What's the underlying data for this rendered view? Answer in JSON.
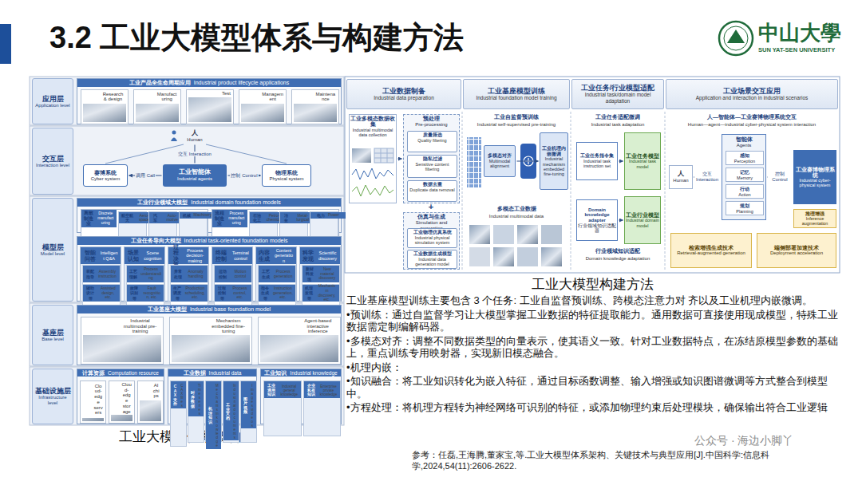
{
  "diagram": {
    "title": "3.2 工业大模型体系与构建方法",
    "caption": "工业大模型体系架构图",
    "nodes": [
      {
        "text": [
          "应用层",
          "Application level"
        ]
      },
      {
        "text": [
          "工业产品全生命周期应用",
          "Industrial product lifecycle applications"
        ]
      },
      {
        "text": [
          "研发设计",
          "Research & design"
        ],
        "in": 1
      },
      {
        "text": [
          "生产制造",
          "Manufacturing"
        ],
        "in": 1
      },
      {
        "text": [
          "试验测试",
          "Test"
        ],
        "in": 1
      },
      {
        "text": [
          "经营管理",
          "Management"
        ],
        "in": 1
      },
      {
        "text": [
          "运维服务",
          "Maintenance"
        ],
        "in": 1
      },
      {
        "text": [
          "交互层",
          "Interaction level"
        ]
      },
      {
        "text": [
          "人",
          "Human"
        ]
      },
      {
        "text": [
          "工业智能体",
          "Industrial agents"
        ]
      },
      {
        "text": [
          "赛博系统",
          "Cyber system"
        ]
      },
      {
        "text": [
          "物理系统",
          "Physical system"
        ]
      },
      {
        "text": [
          "模型层",
          "Model level"
        ]
      },
      {
        "text": [
          "工业行业领域大模型",
          "Industrial domain foundation models"
        ]
      },
      {
        "text": [
          "离散制造业",
          "Discrete manufacturing"
        ],
        "in": 13
      },
      {
        "text": [
          "航空航天",
          "Aero-space"
        ],
        "in": 14
      },
      {
        "text": [
          "汽车",
          "Auto-motive"
        ],
        "in": 14
      },
      {
        "text": [
          "机械",
          "Machinery"
        ],
        "in": 14
      },
      {
        "text": [
          "流程制造业",
          "Process manufacturing"
        ],
        "in": 13
      },
      {
        "text": [
          "石油化工",
          "Petro-chemical"
        ],
        "in": 18
      },
      {
        "text": [
          "冶金",
          "Metal-lurgical"
        ],
        "in": 18
      },
      {
        "text": [
          "电力",
          "Power"
        ],
        "in": 18
      },
      {
        "text": [
          "工业任务导向大模型",
          "Industrial task-oriented foundation models"
        ]
      },
      {
        "text": [
          "智能问答",
          "Intelligent Q&A"
        ],
        "in": 22
      },
      {
        "text": [
          "装配指导",
          "Assembly instruction"
        ],
        "in": 23
      },
      {
        "text": [
          "辅助设计等",
          "Assisted design, etc."
        ],
        "in": 23
      },
      {
        "text": [
          "场景认知",
          "Scene cognition"
        ],
        "in": 22
      },
      {
        "text": [
          "工艺理解",
          "Process understanding"
        ],
        "in": 26
      },
      {
        "text": [
          "故障识别等",
          "Fault recognition, etc."
        ],
        "in": 26
      },
      {
        "text": [
          "过程决策",
          "Process decision-making"
        ],
        "in": 22
      },
      {
        "text": [
          "异常处理",
          "Anomaly handling"
        ],
        "in": 29
      },
      {
        "text": [
          "生产调度等",
          "Production scheduling, etc."
        ],
        "in": 29
      },
      {
        "text": [
          "终端控制",
          "Terminal control"
        ],
        "in": 22
      },
      {
        "text": [
          "运动控制",
          "Motion control"
        ],
        "in": 32
      },
      {
        "text": [
          "过程控制等",
          "Process control, etc."
        ],
        "in": 32
      },
      {
        "text": [
          "内容生成",
          "Content generation"
        ],
        "in": 22
      },
      {
        "text": [
          "工艺生成",
          "Process generation"
        ],
        "in": 35
      },
      {
        "text": [
          "指令生成等",
          "Instruction generation, etc."
        ],
        "in": 35
      },
      {
        "text": [
          "科学发现",
          "Scientific discovery"
        ],
        "in": 22
      },
      {
        "text": [
          "新材料发现",
          "New material discovery"
        ],
        "in": 38
      },
      {
        "text": [
          "机理发现等",
          "Mechanism discovery, etc."
        ],
        "in": 38
      },
      {
        "text": [
          "基座层",
          "Base level"
        ]
      },
      {
        "text": [
          "工业基座大模型",
          "Industrial base foundation model"
        ]
      },
      {
        "text": [
          "工业多模态预训练技术",
          "Industrial multimodal pre-training"
        ],
        "in": 42
      },
      {
        "text": [
          "工业机理内嵌微调技术",
          "Mechanism embedded fine-tuning"
        ],
        "in": 42
      },
      {
        "text": [
          "工业智能体交互推理技术",
          "Agent-based interactive inference"
        ],
        "in": 42
      },
      {
        "text": [
          "基础设施层",
          "Infrastructure level"
        ]
      },
      {
        "text": [
          "计算资源",
          "Computation resource"
        ]
      },
      {
        "text": [
          "云边端服务器",
          "Cloud-edge servers"
        ],
        "in": 47
      },
      {
        "text": [
          "云边端存储",
          "Cloud-edge storage"
        ],
        "in": 47
      },
      {
        "text": [
          "AI芯片",
          "AI chips"
        ],
        "in": 47
      },
      {
        "text": [
          "工业数据",
          "Industrial data"
        ]
      },
      {
        "text": [
          "CAX文件",
          "CAX files"
        ],
        "in": 51
      },
      {
        "text": [
          "时序数据",
          "Time series"
        ],
        "in": 51
      },
      {
        "text": [
          "机理知识",
          "Mechanism knowledge"
        ],
        "in": 51
      },
      {
        "text": [
          "工业文档",
          "Industrial documents"
        ],
        "in": 51
      },
      {
        "text": [
          "图片视频",
          "Images videos"
        ],
        "in": 51
      },
      {
        "text": [
          "工业知识",
          "Industrial knowledge"
        ]
      },
      {
        "text": [
          "工业通用知识",
          "Industrial general knowledge"
        ],
        "in": 57
      },
      {
        "text": [
          "企业私有知识",
          "Enterprise private knowledge"
        ],
        "in": 57
      },
      {
        "text": [
          "工业数据制备",
          "Industrial data preparation"
        ]
      },
      {
        "text": [
          "工业基座模型训练",
          "Industrial foundation model training"
        ]
      },
      {
        "text": [
          "工业任务/行业模型适配",
          "Industrial task/domain model adaptation"
        ]
      },
      {
        "text": [
          "工业场景交互应用",
          "Application and interaction in industrial scenarios"
        ]
      },
      {
        "text": [
          "工业多模态数据收集",
          "Industrial multimodal data collection"
        ]
      },
      {
        "text": [
          "预处理",
          "Pre-processing"
        ]
      },
      {
        "text": [
          "质量筛选",
          "Quality filtering"
        ],
        "in": 65
      },
      {
        "text": [
          "隐私过滤",
          "Sensitive content filtering"
        ],
        "in": 65
      },
      {
        "text": [
          "数据去重",
          "Duplicate data removal"
        ],
        "in": 65
      },
      {
        "text": [
          "仿真与生成",
          "Simulation and generation"
        ]
      },
      {
        "text": [
          "工业物理仿真系统",
          "Industrial physical simulation system"
        ],
        "in": 69
      },
      {
        "text": [
          "工业数据生成模型",
          "Industrial data generation model"
        ],
        "in": 69
      },
      {
        "text": [
          "多模态对齐",
          "Multimodal alignment"
        ]
      },
      {
        "text": [
          "工业机理内嵌微调",
          "Industrial mechanism embedded fine-tuning"
        ]
      },
      {
        "text": [
          "工业任务指令集",
          "Industrial task instruction set"
        ]
      },
      {
        "text": [
          "工业任务模型",
          "Industrial task model"
        ]
      },
      {
        "text": [
          "Domain knowledge adapter",
          "行业领域知识适配器"
        ]
      },
      {
        "text": [
          "工业行业模型",
          "Industrial domain model"
        ]
      },
      {
        "text": [
          "人",
          "Human"
        ]
      },
      {
        "text": [
          "智能体",
          "Agents"
        ]
      },
      {
        "text": [
          "感知",
          "Perception"
        ],
        "in": 79
      },
      {
        "text": [
          "记忆",
          "Memory"
        ],
        "in": 79
      },
      {
        "text": [
          "行动",
          "Action"
        ],
        "in": 79
      },
      {
        "text": [
          "规划",
          "Planning"
        ],
        "in": 79
      },
      {
        "text": [
          "工业赛博物理系统",
          "Industrial cyber-physical system"
        ]
      },
      {
        "text": [
          "推理增强",
          "Inference augmentation"
        ]
      },
      {
        "text": [
          "检索增强生成技术",
          "Retrieval-augmented generation"
        ]
      },
      {
        "text": [
          "端侧部署加速技术",
          "Deployment acceleration"
        ]
      }
    ],
    "edges": [
      {
        "from": 9,
        "to": 8,
        "label": "交互 Interaction",
        "arrow": "none"
      },
      {
        "from": 9,
        "to": 10,
        "label": "调用 Call",
        "arrow": "to"
      },
      {
        "from": 9,
        "to": 11,
        "label": "控制 Control",
        "arrow": "to"
      },
      {
        "from": 64,
        "to": 65,
        "arrow": "to"
      },
      {
        "from": 72,
        "to": 73,
        "arrow": "to"
      },
      {
        "from": 74,
        "to": 75,
        "arrow": "to"
      },
      {
        "from": 76,
        "to": 77,
        "arrow": "to"
      },
      {
        "from": 78,
        "to": 79,
        "label": "交互 Interaction",
        "arrow": "both"
      },
      {
        "from": 79,
        "to": 84,
        "label": "控制 Control",
        "arrow": "to"
      }
    ],
    "labels": [
      "中山大學",
      "SUN YAT-SEN UNIVERSITY",
      "+",
      "工业自监督预训练",
      "Industrial self-supervised pre-training",
      "多模态工业数据",
      "Industrial multimodal data",
      "工业任务适配微调",
      "Industrial task adaptation",
      "行业领域知识适配",
      "Domain knowledge adaptation",
      "人—智能体—工业赛博物理系统交互",
      "Human—agent—industrial cyber-physical system interaction",
      "工业大模型构建方法",
      "工业基座模型训练主要包含 3 个任务: 工业自监督预训练、跨模态注意力对 齐以及工业机理内嵌微调。",
      "•预训练：通过自监督学习让大模型掌握工业数据的特征提取能力。通用数据可直接使用现成模型，特殊工业数据需定制编解码器。",
      "•多模态对齐：调整不同数据类型的向量表示，使其语义一致。针对工业数据特点，在冻结原模型参数的基础上，重点训练专用映射器，实现新旧模态融合。",
      "•机理内嵌：",
      "•知识融合：将工业知识转化为嵌入特征，通过目标函数调整、输入增强或知识图谱微调等方式整合到模型中。",
      "•方程处理：将机理方程转为神经网络可识别的特征，或添加物理约束后处理模块，确保输出符合工业逻辑",
      "参考：任磊,王海腾,董家宝,等.工业大模型体系架构、关键技术与典型应用[J].中国科学:信息科学,2024,54(11):2606-2622.",
      "公众号 · 海边小脚丫"
    ]
  }
}
